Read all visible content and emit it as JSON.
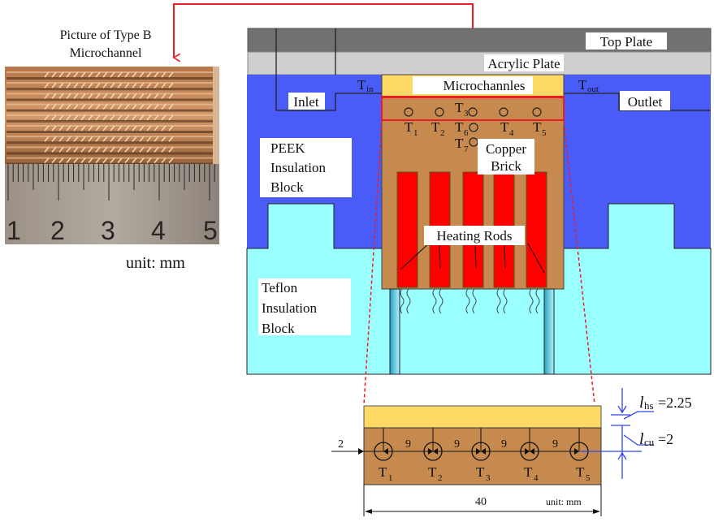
{
  "photo": {
    "title_line1": "Picture of Type B",
    "title_line2": "Microchannel",
    "ruler_numbers": [
      "1",
      "2",
      "3",
      "4",
      "5"
    ],
    "unit_label": "unit: mm"
  },
  "assembly": {
    "top_plate": "Top Plate",
    "acrylic_plate": "Acrylic Plate",
    "microchannels": "Microchannles",
    "inlet": "Inlet",
    "outlet": "Outlet",
    "t_in": {
      "base": "T",
      "sub": "in"
    },
    "t_out": {
      "base": "T",
      "sub": "out"
    },
    "peek_block": [
      "PEEK",
      "Insulation",
      "Block"
    ],
    "copper_brick": [
      "Copper",
      "Brick"
    ],
    "heating_rods": "Heating Rods",
    "teflon_block": [
      "Teflon",
      "Insulation",
      "Block"
    ],
    "thermocouples": [
      {
        "base": "T",
        "sub": "1"
      },
      {
        "base": "T",
        "sub": "2"
      },
      {
        "base": "T",
        "sub": "3"
      },
      {
        "base": "T",
        "sub": "4"
      },
      {
        "base": "T",
        "sub": "5"
      },
      {
        "base": "T",
        "sub": "6"
      },
      {
        "base": "T",
        "sub": "7"
      }
    ]
  },
  "detail": {
    "offset_left": "2",
    "spacings": [
      "9",
      "9",
      "9",
      "9"
    ],
    "total_length": "40",
    "unit_label": "unit: mm",
    "l_hs": {
      "symbol": "l",
      "sub": "hs",
      "value": "=2.25"
    },
    "l_cu": {
      "symbol": "l",
      "sub": "cu",
      "value": "=2"
    },
    "thermocouples": [
      {
        "base": "T",
        "sub": "1"
      },
      {
        "base": "T",
        "sub": "2"
      },
      {
        "base": "T",
        "sub": "3"
      },
      {
        "base": "T",
        "sub": "4"
      },
      {
        "base": "T",
        "sub": "5"
      }
    ]
  },
  "colors": {
    "peek_blue": "#4a5cf7",
    "teflon_cyan": "#99ffff",
    "copper": "#c68a4e",
    "heater_red": "#ff0000",
    "heat_sink_yellow": "#ffd966",
    "top_plate_gray": "#737070",
    "acrylic_gray": "#d0cece",
    "callout_red": "#ee1c24",
    "dimension_blue": "#3344ee"
  }
}
